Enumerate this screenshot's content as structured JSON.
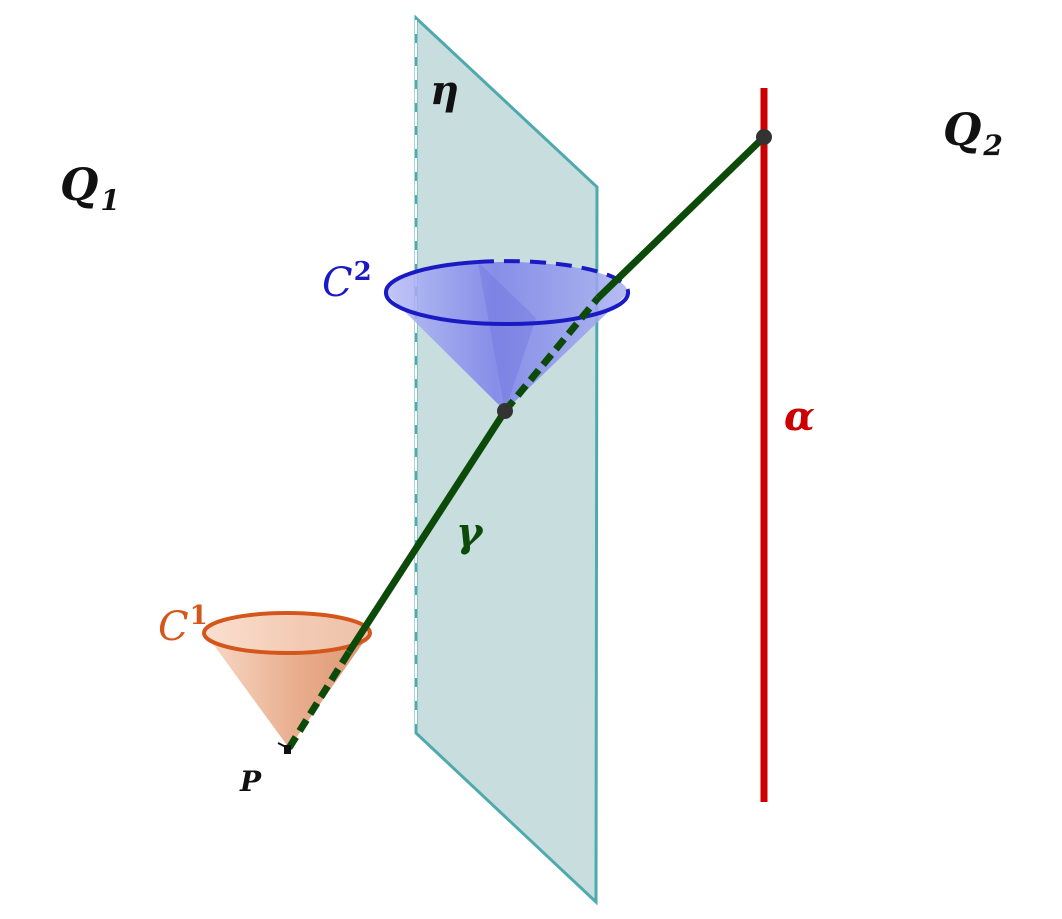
{
  "labels": {
    "Q1_main": "Q",
    "Q1_sub": "1",
    "Q2_main": "Q",
    "Q2_sub": "2",
    "eta": "η",
    "alpha": "α",
    "gamma": "γ",
    "P": "P",
    "C1_main": "C",
    "C1_sup": "1",
    "C2_main": "C",
    "C2_sup": "2"
  },
  "colors": {
    "plane_fill": "#c5dcdc",
    "plane_stroke": "#4fa9ad",
    "alpha_line": "#cc0000",
    "gamma_line": "#0b4a08",
    "cone1": "#d4561a",
    "cone1_fill": "#f2b897",
    "cone2": "#1a1ac4",
    "cone2_fill": "#8a8ff0",
    "point": "#333333",
    "text": "#111111"
  }
}
